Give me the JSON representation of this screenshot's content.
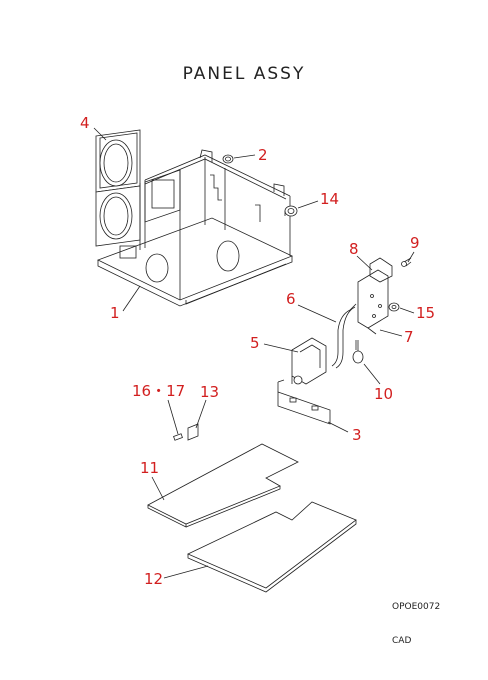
{
  "title": "PANEL ASSY",
  "drawing_code": "OPOE0072",
  "footer": "CAD",
  "callouts": {
    "c1": "1",
    "c2": "2",
    "c3": "3",
    "c4": "4",
    "c5": "5",
    "c6": "6",
    "c7": "7",
    "c8": "8",
    "c9": "9",
    "c10": "10",
    "c11": "11",
    "c12": "12",
    "c13": "13",
    "c14": "14",
    "c15": "15",
    "c16_17": "16・17"
  },
  "colors": {
    "callout": "#d21f1f",
    "line": "#222222"
  }
}
